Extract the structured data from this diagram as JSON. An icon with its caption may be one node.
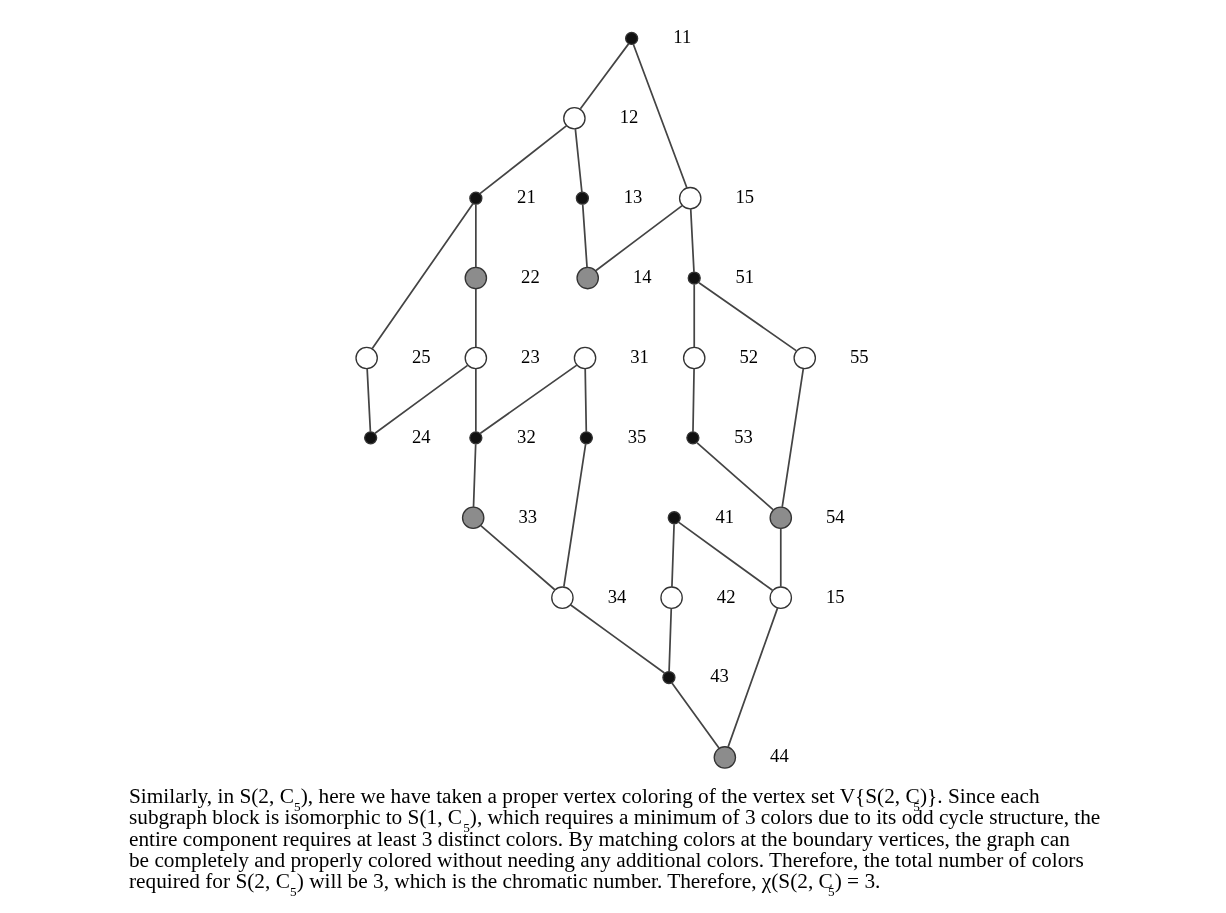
{
  "diagram": {
    "caption": "Similarly, in S(2, C$_{5}$), here we have taken a proper vertex coloring of the vertex set V{S(2, C$_{5}$)}. Since each subgraph block is isomorphic to S(1, C$_{5}$), which requires a minimum of 3 colors due to its odd cycle structure, the entire component requires at least 3 distinct colors. By matching colors at the boundary vertices, the graph can be completely and properly colored without needing any additional colors. Therefore, the total number of colors required for S(2, C$_{5}$) will be 3, which is the chromatic number. Therefore, χ(S(2, C$_{5}$) = 3.",
    "nodes": [
      {
        "text": [],
        "shape": "circle",
        "beside": [
          "11"
        ]
      },
      {
        "text": [],
        "shape": "circle",
        "beside": [
          "12"
        ]
      },
      {
        "text": [],
        "shape": "circle",
        "beside": [
          "15"
        ]
      },
      {
        "text": [],
        "shape": "circle",
        "beside": [
          "13"
        ]
      },
      {
        "text": [],
        "shape": "circle",
        "beside": [
          "14"
        ]
      },
      {
        "text": [],
        "shape": "circle",
        "beside": [
          "21"
        ]
      },
      {
        "text": [],
        "shape": "circle",
        "beside": [
          "51"
        ]
      },
      {
        "text": [],
        "shape": "circle",
        "beside": [
          "22"
        ]
      },
      {
        "text": [],
        "shape": "circle",
        "beside": [
          "25"
        ]
      },
      {
        "text": [],
        "shape": "circle",
        "beside": [
          "52"
        ]
      },
      {
        "text": [],
        "shape": "circle",
        "beside": [
          "55"
        ]
      },
      {
        "text": [],
        "shape": "circle",
        "beside": [
          "23"
        ]
      },
      {
        "text": [],
        "shape": "circle",
        "beside": [
          "24"
        ]
      },
      {
        "text": [],
        "shape": "circle",
        "beside": [
          "53"
        ]
      },
      {
        "text": [],
        "shape": "circle",
        "beside": [
          "54"
        ]
      },
      {
        "text": [],
        "shape": "circle",
        "beside": [
          "31"
        ]
      },
      {
        "text": [],
        "shape": "circle",
        "beside": [
          "41"
        ]
      },
      {
        "text": [],
        "shape": "circle",
        "beside": [
          "32"
        ]
      },
      {
        "text": [],
        "shape": "circle",
        "beside": [
          "35"
        ]
      },
      {
        "text": [],
        "shape": "circle",
        "beside": [
          "42"
        ]
      },
      {
        "text": [],
        "shape": "circle",
        "beside": [
          "15"
        ]
      },
      {
        "text": [],
        "shape": "circle",
        "beside": [
          "33"
        ]
      },
      {
        "text": [],
        "shape": "circle",
        "beside": [
          "34"
        ]
      },
      {
        "text": [],
        "shape": "circle",
        "beside": [
          "43"
        ]
      },
      {
        "text": [],
        "shape": "circle",
        "beside": [
          "44"
        ]
      }
    ],
    "edges": [
      {
        "from": 0,
        "to": 1,
        "arrow": "none"
      },
      {
        "from": 0,
        "to": 2,
        "arrow": "none"
      },
      {
        "from": 1,
        "to": 3,
        "arrow": "none"
      },
      {
        "from": 2,
        "to": 4,
        "arrow": "none"
      },
      {
        "from": 3,
        "to": 4,
        "arrow": "none"
      },
      {
        "from": 1,
        "to": 5,
        "arrow": "none"
      },
      {
        "from": 2,
        "to": 6,
        "arrow": "none"
      },
      {
        "from": 5,
        "to": 7,
        "arrow": "none"
      },
      {
        "from": 5,
        "to": 8,
        "arrow": "none"
      },
      {
        "from": 7,
        "to": 11,
        "arrow": "none"
      },
      {
        "from": 8,
        "to": 12,
        "arrow": "none"
      },
      {
        "from": 11,
        "to": 12,
        "arrow": "none"
      },
      {
        "from": 11,
        "to": 17,
        "arrow": "none"
      },
      {
        "from": 6,
        "to": 9,
        "arrow": "none"
      },
      {
        "from": 6,
        "to": 10,
        "arrow": "none"
      },
      {
        "from": 9,
        "to": 13,
        "arrow": "none"
      },
      {
        "from": 10,
        "to": 14,
        "arrow": "none"
      },
      {
        "from": 13,
        "to": 14,
        "arrow": "none"
      },
      {
        "from": 14,
        "to": 20,
        "arrow": "none"
      },
      {
        "from": 15,
        "to": 17,
        "arrow": "none"
      },
      {
        "from": 15,
        "to": 18,
        "arrow": "none"
      },
      {
        "from": 17,
        "to": 21,
        "arrow": "none"
      },
      {
        "from": 18,
        "to": 22,
        "arrow": "none"
      },
      {
        "from": 21,
        "to": 22,
        "arrow": "none"
      },
      {
        "from": 22,
        "to": 23,
        "arrow": "none"
      },
      {
        "from": 16,
        "to": 19,
        "arrow": "none"
      },
      {
        "from": 16,
        "to": 20,
        "arrow": "none"
      },
      {
        "from": 19,
        "to": 23,
        "arrow": "none"
      },
      {
        "from": 20,
        "to": 24,
        "arrow": "none"
      },
      {
        "from": 23,
        "to": 24,
        "arrow": "none"
      }
    ]
  }
}
